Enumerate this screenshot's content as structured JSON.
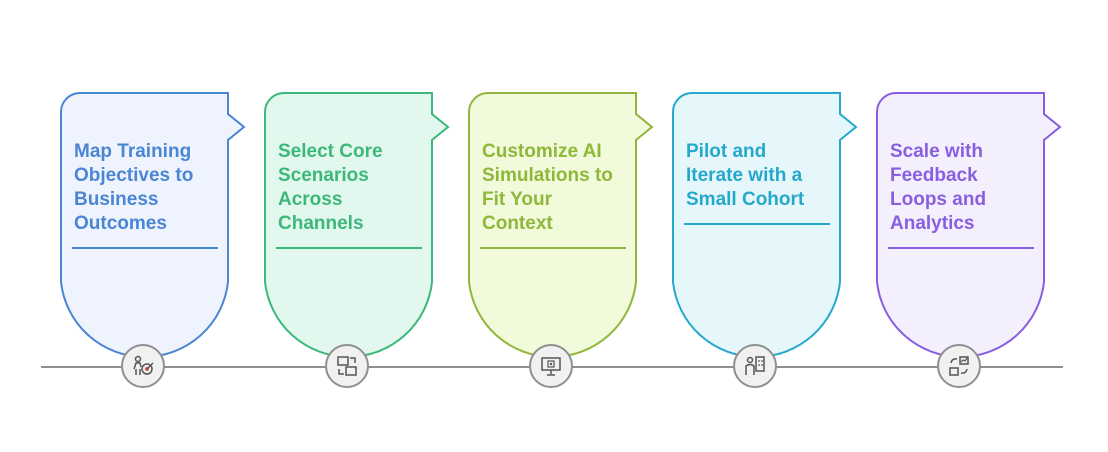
{
  "steps": [
    {
      "lines": [
        "Map Training",
        "Objectives to",
        "Business",
        "Outcomes"
      ],
      "text_color": "#4a86d4",
      "border_color": "#4a86d4",
      "fill_color": "#eef3fd",
      "icon": "target-person-icon"
    },
    {
      "lines": [
        "Select Core",
        "Scenarios",
        "Across",
        "Channels"
      ],
      "text_color": "#3cb97a",
      "border_color": "#3cb97a",
      "fill_color": "#e2f8ee",
      "icon": "channels-swap-icon"
    },
    {
      "lines": [
        "Customize AI",
        "Simulations to",
        "Fit Your",
        "Context"
      ],
      "text_color": "#8fb83a",
      "border_color": "#8fb83a",
      "fill_color": "#f1fadb",
      "icon": "ai-screen-icon"
    },
    {
      "lines": [
        "Pilot and",
        "Iterate with a",
        "Small Cohort"
      ],
      "text_color": "#25a8cc",
      "border_color": "#25a8cc",
      "fill_color": "#e6f7fc",
      "icon": "presenter-board-icon"
    },
    {
      "lines": [
        "Scale with",
        "Feedback",
        "Loops and",
        "Analytics"
      ],
      "text_color": "#8a5ee0",
      "border_color": "#8a5ee0",
      "fill_color": "#f3effd",
      "icon": "analytics-loop-icon"
    }
  ],
  "timeline_color": "#8f8f8f"
}
